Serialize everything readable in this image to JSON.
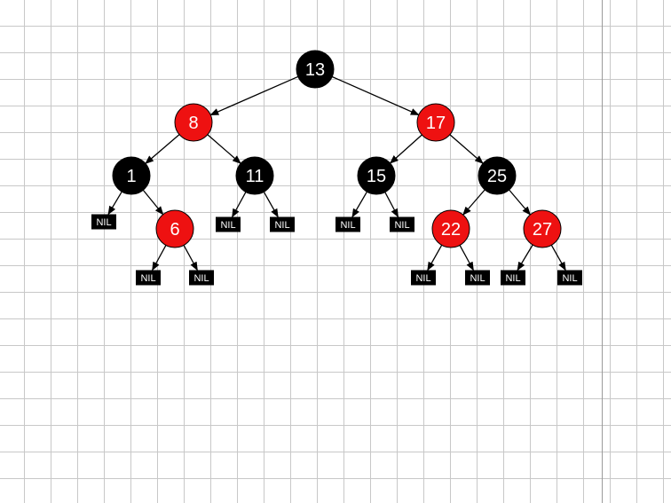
{
  "colors": {
    "red": "#ee1111",
    "black": "#000000",
    "text": "#ffffff",
    "grid": "#c8c8c8"
  },
  "tree": {
    "nodes": [
      {
        "id": "n13",
        "key": "13",
        "color": "black"
      },
      {
        "id": "n8",
        "key": "8",
        "color": "red"
      },
      {
        "id": "n17",
        "key": "17",
        "color": "red"
      },
      {
        "id": "n1",
        "key": "1",
        "color": "black"
      },
      {
        "id": "n11",
        "key": "11",
        "color": "black"
      },
      {
        "id": "n15",
        "key": "15",
        "color": "black"
      },
      {
        "id": "n25",
        "key": "25",
        "color": "black"
      },
      {
        "id": "n6",
        "key": "6",
        "color": "red"
      },
      {
        "id": "n22",
        "key": "22",
        "color": "red"
      },
      {
        "id": "n27",
        "key": "27",
        "color": "red"
      }
    ],
    "nil_label": "NIL",
    "edges": [
      [
        "n13",
        "n8"
      ],
      [
        "n13",
        "n17"
      ],
      [
        "n8",
        "n1"
      ],
      [
        "n8",
        "n11"
      ],
      [
        "n17",
        "n15"
      ],
      [
        "n17",
        "n25"
      ],
      [
        "n1",
        "nil1"
      ],
      [
        "n1",
        "n6"
      ],
      [
        "n11",
        "nil2"
      ],
      [
        "n11",
        "nil3"
      ],
      [
        "n15",
        "nil4"
      ],
      [
        "n15",
        "nil5"
      ],
      [
        "n25",
        "n22"
      ],
      [
        "n25",
        "n27"
      ],
      [
        "n6",
        "nil6"
      ],
      [
        "n6",
        "nil7"
      ],
      [
        "n22",
        "nil8"
      ],
      [
        "n22",
        "nil9"
      ],
      [
        "n27",
        "nil10"
      ],
      [
        "n27",
        "nil11"
      ]
    ]
  }
}
